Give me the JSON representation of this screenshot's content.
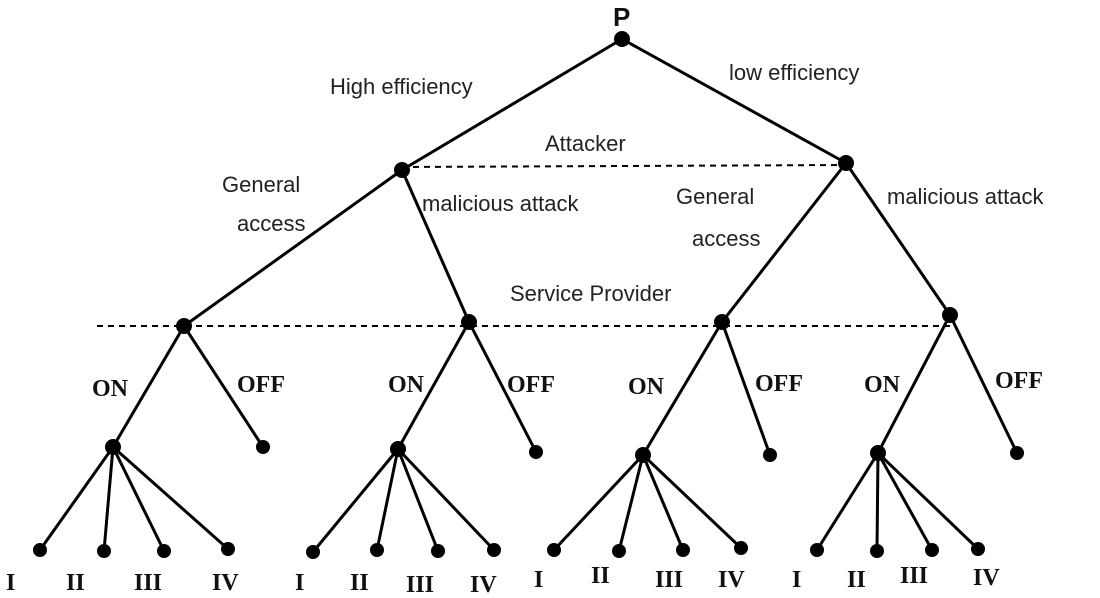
{
  "root_label": "P",
  "player_labels": {
    "attacker": "Attacker",
    "service_provider": "Service Provider"
  },
  "branch_labels": {
    "high_efficiency": "High efficiency",
    "low_efficiency": "low efficiency",
    "general_access_left_line1": "General",
    "general_access_left_line2": "access",
    "malicious_attack_left": "malicious attack",
    "general_access_right_line1": "General",
    "general_access_right_line2": "access",
    "malicious_attack_right": "malicious attack"
  },
  "switch_labels": [
    {
      "on": "ON",
      "off": "OFF"
    },
    {
      "on": "ON",
      "off": "OFF"
    },
    {
      "on": "ON",
      "off": "OFF"
    },
    {
      "on": "ON",
      "off": "OFF"
    }
  ],
  "leaf_groups": [
    {
      "leaves": [
        "I",
        "II",
        "III",
        "IV"
      ]
    },
    {
      "leaves": [
        "I",
        "II",
        "III",
        "IV"
      ]
    },
    {
      "leaves": [
        "I",
        "II",
        "III",
        "IV"
      ]
    },
    {
      "leaves": [
        "I",
        "II",
        "III",
        "IV"
      ]
    }
  ]
}
